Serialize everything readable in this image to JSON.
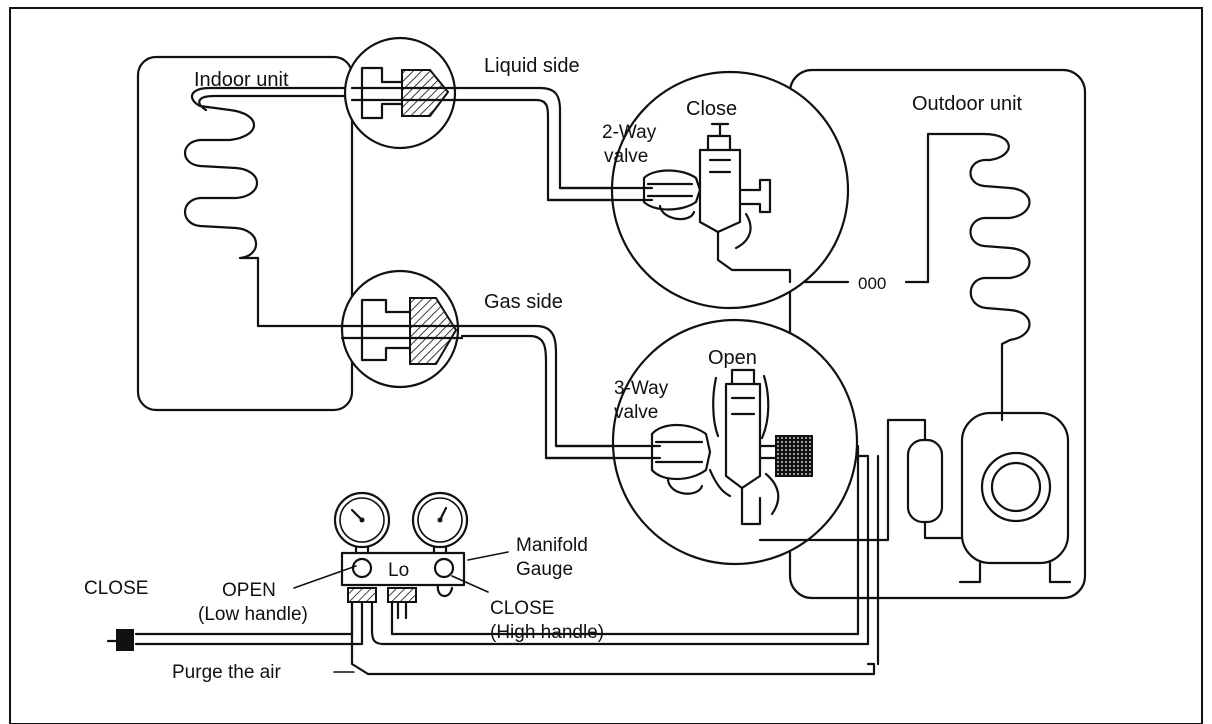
{
  "labels": {
    "indoor_unit": "Indoor unit",
    "liquid_side": "Liquid side",
    "close_top": "Close",
    "two_way_valve_line1": "2-Way",
    "two_way_valve_line2": "valve",
    "outdoor_unit": "Outdoor unit",
    "gas_side": "Gas side",
    "open_mid": "Open",
    "three_way_valve_line1": "3-Way",
    "three_way_valve_line2": "valve",
    "manifold_gauge_line1": "Manifold",
    "manifold_gauge_line2": "Gauge",
    "lo": "Lo",
    "open_low_line1": "OPEN",
    "open_low_line2": "(Low handle)",
    "close_high_line1": "CLOSE",
    "close_high_line2": "(High handle)",
    "close_left": "CLOSE",
    "purge_the_air": "Purge the air",
    "coil_mark": "000"
  },
  "colors": {
    "line": "#111111",
    "background": "#ffffff"
  }
}
